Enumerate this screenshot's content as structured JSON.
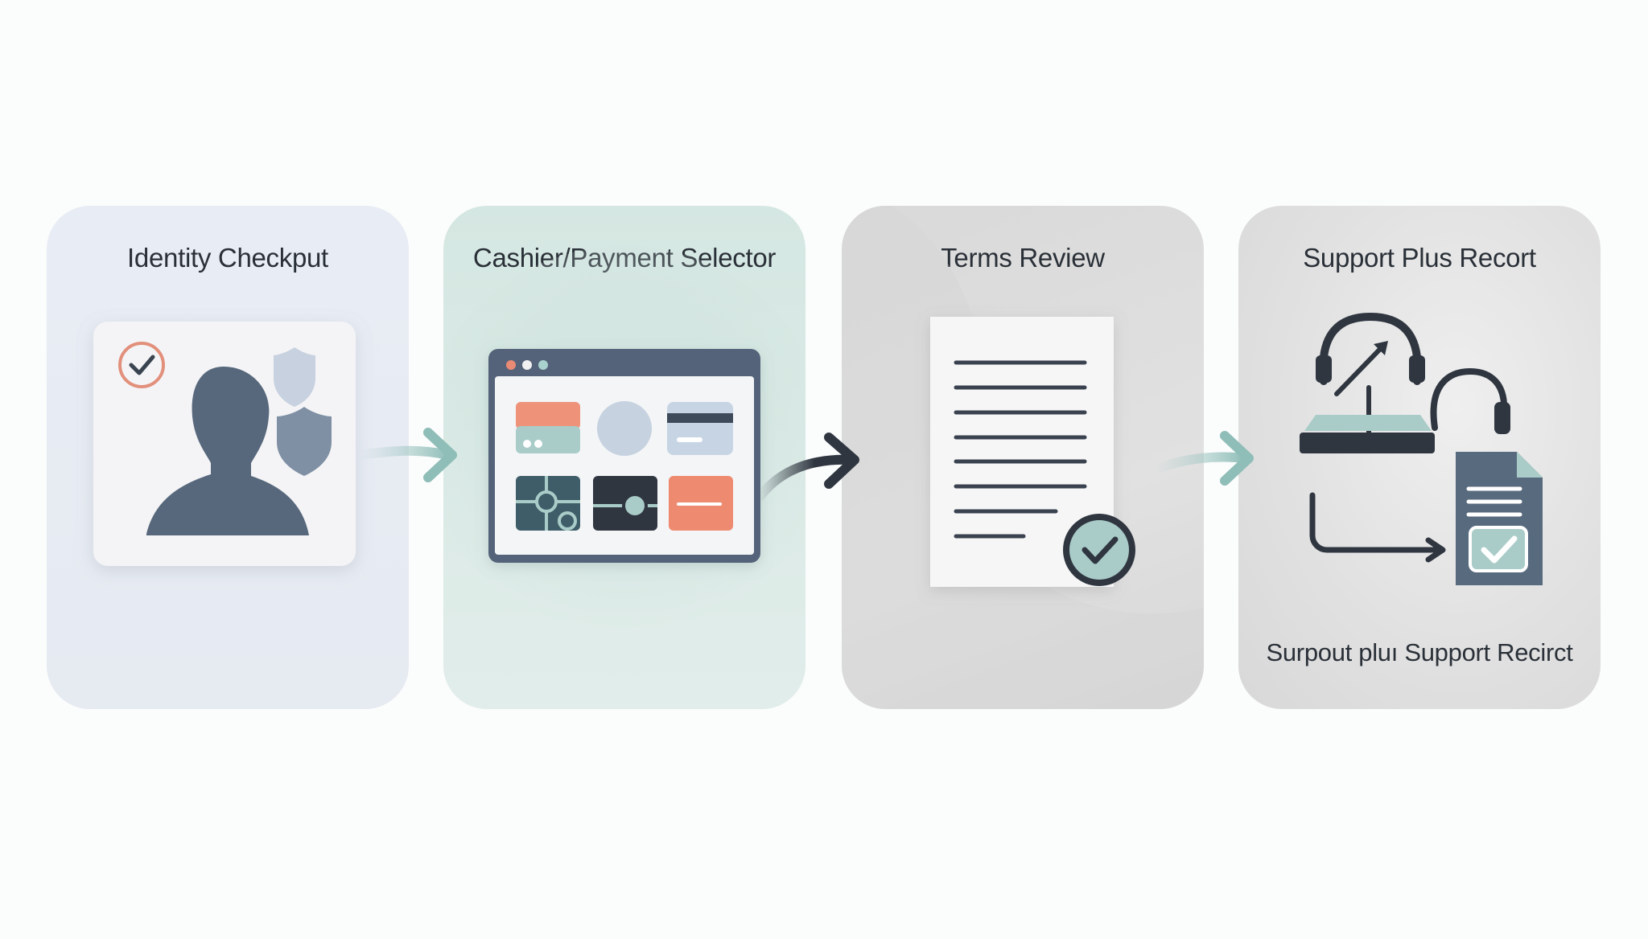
{
  "steps": [
    {
      "title": "Identity Checkput",
      "icon": "identity-user-shield-icon"
    },
    {
      "title": "Cashier/Payment Selector",
      "icon": "payment-window-icon"
    },
    {
      "title": "Terms Review",
      "icon": "document-check-icon"
    },
    {
      "title": "Support Plus Recort",
      "icon": "headset-support-record-icon",
      "caption": "Surpout pluı Support Recirct"
    }
  ],
  "colors": {
    "slate": "#586a7e",
    "dark": "#2f3640",
    "coral": "#e98a74",
    "teal": "#a5ccc8",
    "light_blue": "#c6d2e0"
  },
  "connectors": [
    {
      "from": 1,
      "to": 2,
      "style": "teal-gradient-arrow"
    },
    {
      "from": 2,
      "to": 3,
      "style": "dark-arrow"
    },
    {
      "from": 3,
      "to": 4,
      "style": "teal-gradient-arrow"
    }
  ]
}
